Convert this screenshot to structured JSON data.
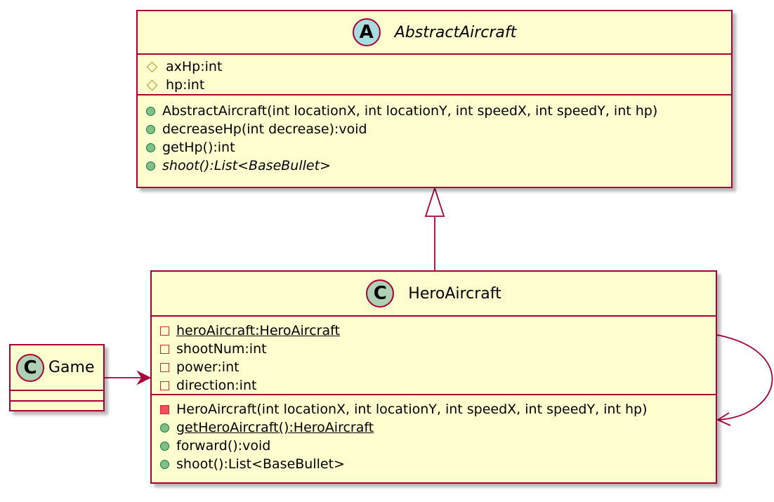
{
  "abstract_aircraft": {
    "stereotype": "A",
    "name": "AbstractAircraft",
    "fields": [
      {
        "text": "axHp:int"
      },
      {
        "text": "hp:int"
      }
    ],
    "methods": [
      {
        "text": "AbstractAircraft(int locationX, int locationY, int speedX, int speedY, int hp)"
      },
      {
        "text": "decreaseHp(int decrease):void"
      },
      {
        "text": "getHp():int"
      },
      {
        "text": "shoot():List<BaseBullet>"
      }
    ]
  },
  "hero_aircraft": {
    "stereotype": "C",
    "name": "HeroAircraft",
    "fields": [
      {
        "text": "heroAircraft:HeroAircraft"
      },
      {
        "text": "shootNum:int"
      },
      {
        "text": "power:int"
      },
      {
        "text": "direction:int"
      }
    ],
    "methods": [
      {
        "text": "HeroAircraft(int locationX, int locationY, int speedX, int speedY, int hp)"
      },
      {
        "text": "getHeroAircraft():HeroAircraft"
      },
      {
        "text": "forward():void"
      },
      {
        "text": "shoot():List<BaseBullet>"
      }
    ]
  },
  "game": {
    "stereotype": "C",
    "name": "Game"
  },
  "colors": {
    "border": "#a80036",
    "class_fill": "#fefece",
    "abstract_badge": "#a9dcdf",
    "class_badge": "#add1b2"
  }
}
